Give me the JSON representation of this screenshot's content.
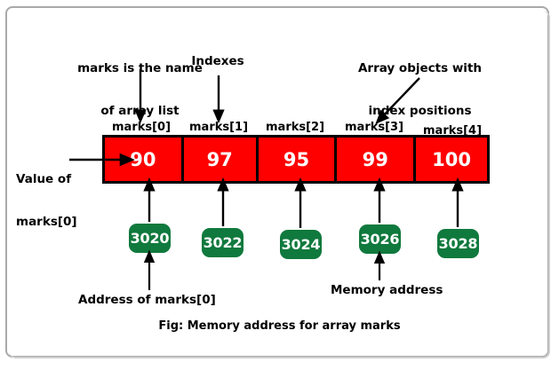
{
  "figure": {
    "caption": "Fig: Memory address for array marks",
    "colors": {
      "array_cell": "#fe0000",
      "address_chip": "#10793d",
      "cell_border": "#000000",
      "frame_border": "#a9a9a9",
      "text": "#000000",
      "value_text": "#ffffff"
    }
  },
  "annotations": {
    "name_note_line1": "marks is the name",
    "name_note_line2": "of array list",
    "indexes_note": "Indexes",
    "objects_note_line1": "Array objects with",
    "objects_note_line2": "index positions",
    "value_note_line1": "Value of",
    "value_note_line2": "marks[0]",
    "address_note": "Address of marks[0]",
    "memory_note": "Memory address"
  },
  "array": {
    "name": "marks",
    "index_labels": [
      "marks[0]",
      "marks[1]",
      "marks[2]",
      "marks[3]",
      "marks[4]"
    ],
    "values": [
      "90",
      "97",
      "95",
      "99",
      "100"
    ],
    "addresses": [
      "3020",
      "3022",
      "3024",
      "3026",
      "3028"
    ]
  }
}
